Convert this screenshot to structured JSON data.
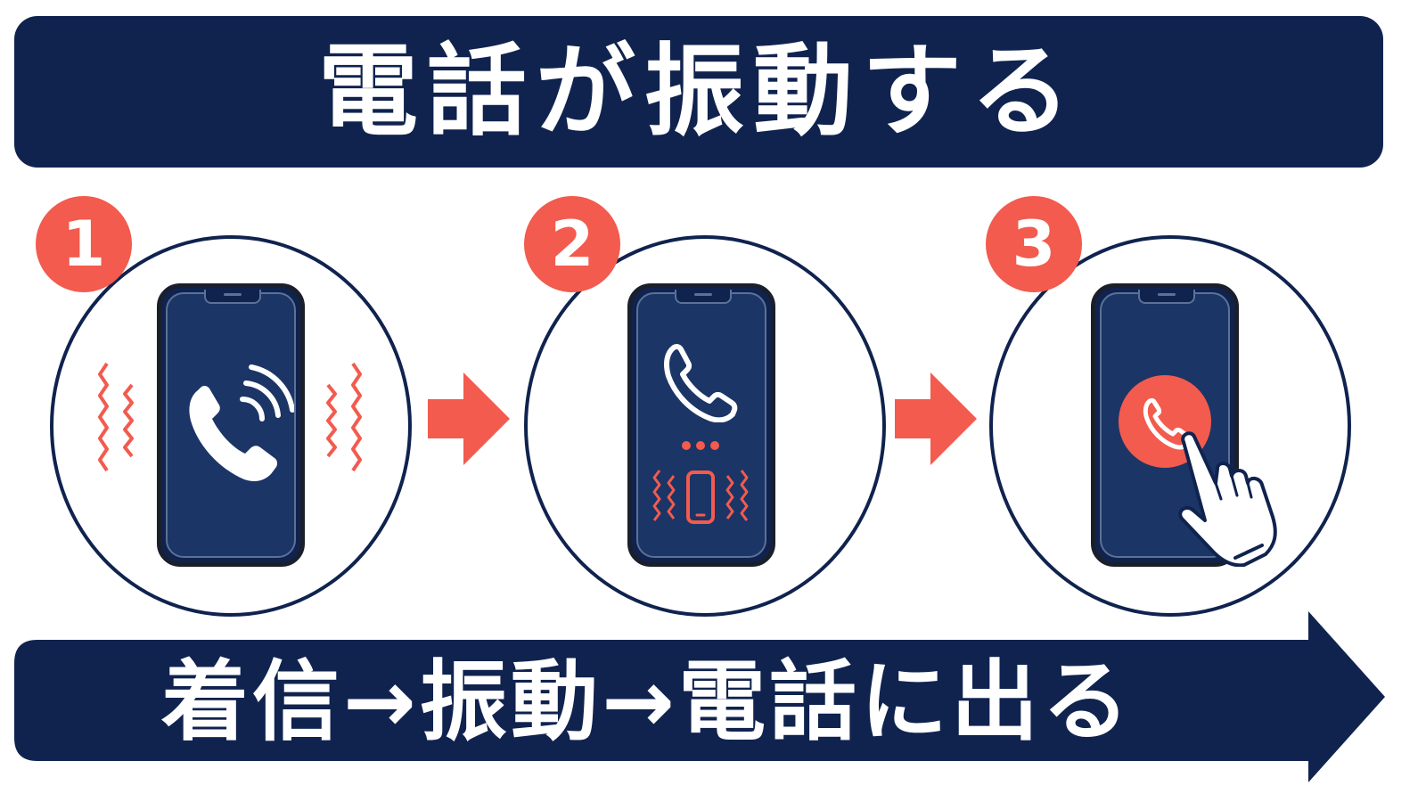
{
  "title": "電話が振動する",
  "steps": [
    {
      "number": "1",
      "icon": "ringing-phone-icon"
    },
    {
      "number": "2",
      "icon": "vibrating-phone-icon"
    },
    {
      "number": "3",
      "icon": "answer-call-icon"
    }
  ],
  "flow_text": "着信→振動→電話に出る",
  "colors": {
    "navy": "#10234f",
    "accent": "#f25b4e",
    "white": "#ffffff"
  }
}
